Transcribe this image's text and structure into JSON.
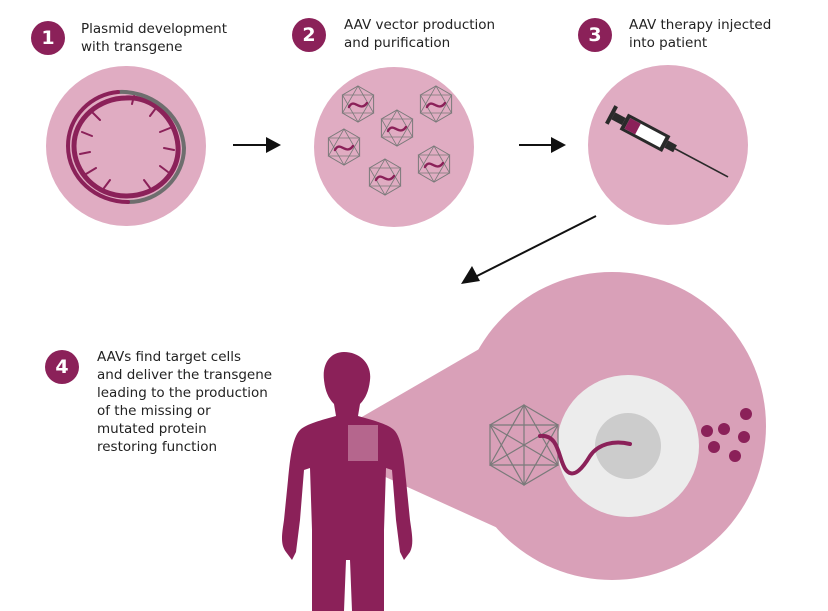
{
  "colors": {
    "accent": "#8b2159",
    "circle_fill": "#e0acc2",
    "zoom_fill": "#d9a0b8",
    "gray_line": "#7a7a7a",
    "cell_fill": "#ececec",
    "nucleus_fill": "#cccccc"
  },
  "steps": [
    {
      "number": "1",
      "lines": [
        "Plasmid development",
        "with transgene"
      ]
    },
    {
      "number": "2",
      "lines": [
        "AAV vector production",
        "and purification"
      ]
    },
    {
      "number": "3",
      "lines": [
        "AAV therapy injected",
        "into patient"
      ]
    },
    {
      "number": "4",
      "lines": [
        "AAVs find target cells",
        "and deliver the transgene",
        "leading to the production",
        "of the missing or",
        "mutated protein",
        "restoring function"
      ]
    }
  ],
  "icons": [
    "plasmid-dna-icon",
    "aav-capsid-icon",
    "syringe-icon",
    "human-silhouette-icon",
    "target-cell-icon",
    "protein-dot-icon"
  ]
}
